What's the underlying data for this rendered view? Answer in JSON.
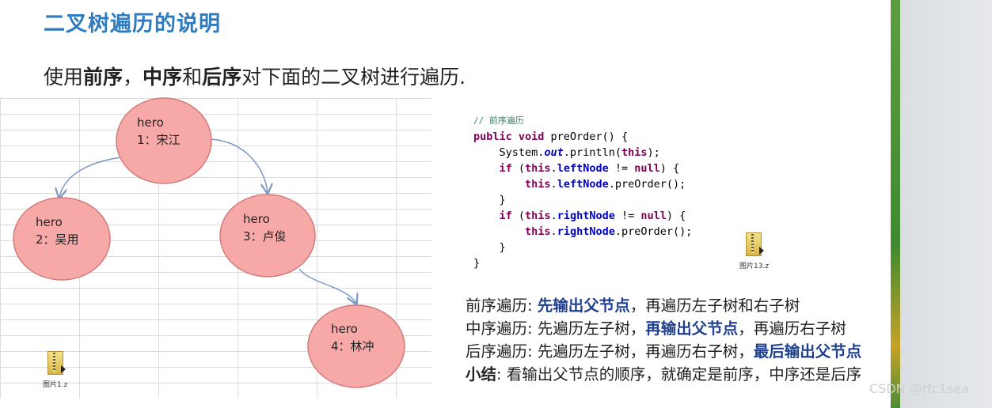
{
  "title": "二叉树遍历的说明",
  "subtitle": {
    "p1": "使用",
    "b1": "前序",
    "p2": "，",
    "b2": "中序",
    "p3": "和",
    "b3": "后序",
    "p4": "对下面的二叉树进行遍历."
  },
  "tree": {
    "nodes": [
      {
        "l1": "hero",
        "l2": "1：宋江"
      },
      {
        "l1": "hero",
        "l2": "2：吴用"
      },
      {
        "l1": "hero",
        "l2": "3：卢俊"
      },
      {
        "l1": "hero",
        "l2": "4：林冲"
      }
    ],
    "node_fill": "#f7a9a8",
    "node_stroke": "#d27b7b",
    "edge_color": "#7a97c9"
  },
  "code": {
    "comment": "// 前序遍历",
    "l1_kw": "public void",
    "l1_rest": " preOrder() {",
    "l2a": "    System.",
    "l2_out": "out",
    "l2b": ".println(",
    "l2_this": "this",
    "l2c": ");",
    "l3_if": "    if",
    "l3a": " (",
    "l3_this": "this",
    "l3_dot": ".",
    "l3_fld": "leftNode",
    "l3b": " != ",
    "l3_null": "null",
    "l3c": ") {",
    "l4_ind": "        ",
    "l4_this": "this",
    "l4_dot": ".",
    "l4_fld": "leftNode",
    "l4b": ".preOrder();",
    "l5": "    }",
    "l6_if": "    if",
    "l6a": " (",
    "l6_this": "this",
    "l6_dot": ".",
    "l6_fld": "rightNode",
    "l6b": " != ",
    "l6_null": "null",
    "l6c": ") {",
    "l7_ind": "        ",
    "l7_this": "this",
    "l7_dot": ".",
    "l7_fld": "rightNode",
    "l7b": ".preOrder();",
    "l8": "    }",
    "l9": "}"
  },
  "files": {
    "f1": "图片1.z",
    "f2": "图片13.z"
  },
  "desc": {
    "r1a": "前序遍历: ",
    "r1b": "先输出父节点",
    "r1c": "，再遍历左子树和右子树",
    "r2a": "中序遍历: 先遍历左子树，",
    "r2b": "再输出父节点",
    "r2c": "，再遍历右子树",
    "r3a": "后序遍历: 先遍历左子树，再遍历右子树，",
    "r3b": "最后输出父节点",
    "r4a": "小结",
    "r4b": ": 看输出父节点的顺序，就确定是前序，中序还是后序"
  },
  "watermark": "CSDN @rfc1sea"
}
